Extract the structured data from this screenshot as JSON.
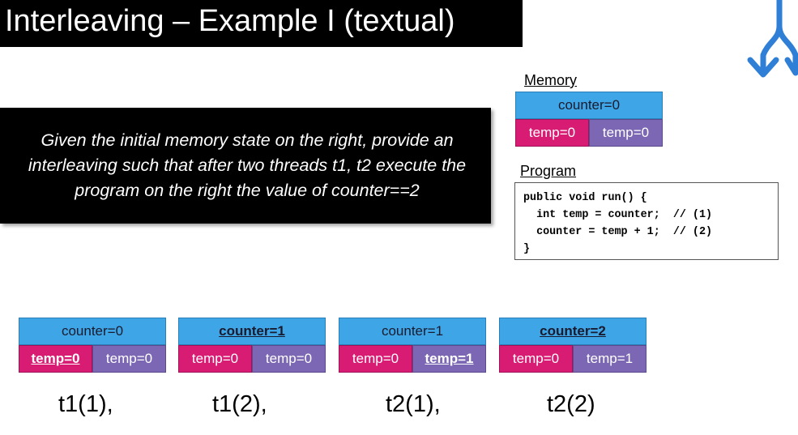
{
  "title": "Interleaving – Example I (textual)",
  "question": "Given the initial memory state on the right, provide an interleaving such that after two threads t1, t2 execute the program on the right the value of counter==2",
  "memory_label": "Memory",
  "memory": {
    "counter": "counter=0",
    "t1": "temp=0",
    "t2": "temp=0"
  },
  "program_label": "Program",
  "program_lines": [
    "public void run() {",
    "  int temp = counter;  // (1)",
    "  counter = temp + 1;  // (2)",
    "}"
  ],
  "states": [
    {
      "counter": "counter=0",
      "t1": "temp=0",
      "t2": "temp=0",
      "highlight": "t1",
      "step": "t1(1),"
    },
    {
      "counter": "counter=1",
      "t1": "temp=0",
      "t2": "temp=0",
      "highlight": "counter",
      "step": "t1(2),"
    },
    {
      "counter": "counter=1",
      "t1": "temp=0",
      "t2": "temp=1",
      "highlight": "t2",
      "step": "t2(1),"
    },
    {
      "counter": "counter=2",
      "t1": "temp=0",
      "t2": "temp=1",
      "highlight": "counter",
      "step": "t2(2)"
    }
  ],
  "colors": {
    "counter_cell": "#3ea6e6",
    "t1_cell": "#d81b73",
    "t2_cell": "#7b67b3",
    "logo": "#2f7fd6"
  },
  "icons": {
    "logo": "fork-arrows-icon"
  }
}
